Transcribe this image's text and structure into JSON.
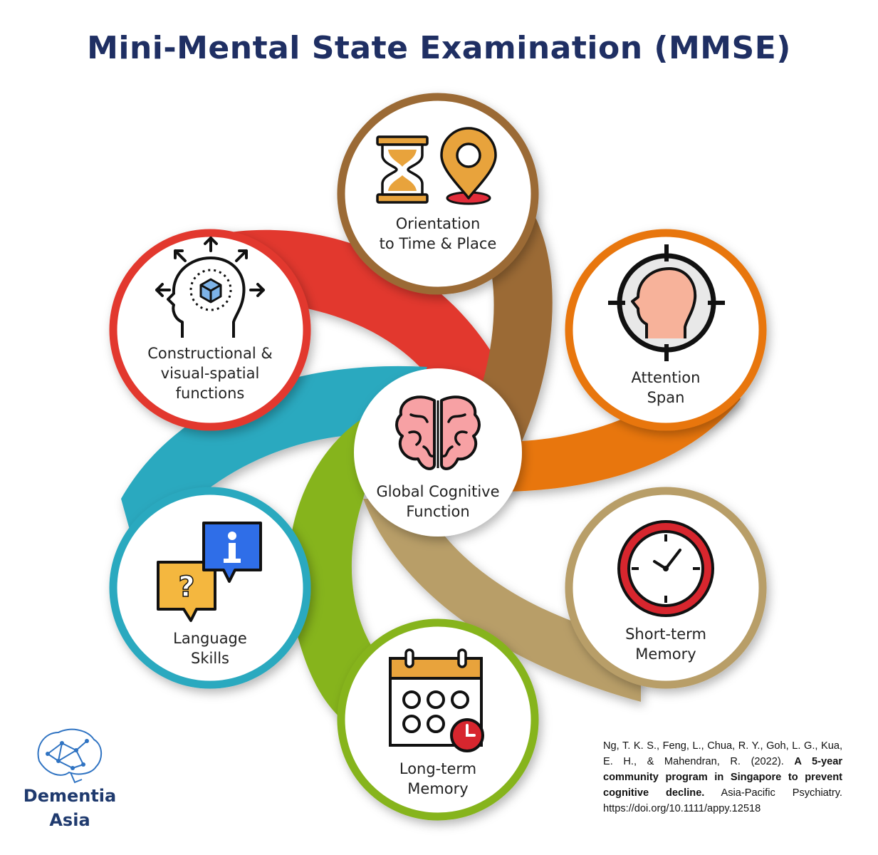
{
  "title": "Mini-Mental State Examination (MMSE)",
  "colors": {
    "title": "#1f2f63",
    "brand": "#1f3a6e",
    "orientation": "#9b6a35",
    "attention": "#e8760e",
    "short_term": "#b89e68",
    "long_term": "#86b41f",
    "language": "#2ba9bf",
    "constructional": "#e2382e"
  },
  "center": {
    "label_lines": [
      "Global Cognitive",
      "Function"
    ],
    "icon": "brain-icon"
  },
  "domains": [
    {
      "id": "orientation",
      "label_lines": [
        "Orientation",
        "to Time & Place"
      ],
      "icons": [
        "hourglass-icon",
        "location-pin-icon"
      ]
    },
    {
      "id": "attention",
      "label_lines": [
        "Attention",
        "Span"
      ],
      "icons": [
        "head-target-icon"
      ]
    },
    {
      "id": "short_term",
      "label_lines": [
        "Short-term",
        "Memory"
      ],
      "icons": [
        "clock-icon"
      ]
    },
    {
      "id": "long_term",
      "label_lines": [
        "Long-term",
        "Memory"
      ],
      "icons": [
        "calendar-icon"
      ]
    },
    {
      "id": "language",
      "label_lines": [
        "Language",
        "Skills"
      ],
      "icons": [
        "question-bubble-icon",
        "info-bubble-icon"
      ]
    },
    {
      "id": "constructional",
      "label_lines": [
        "Constructional &",
        "visual-spatial",
        "functions"
      ],
      "icons": [
        "head-cube-arrows-icon"
      ]
    }
  ],
  "citation": {
    "authors": "Ng, T. K. S., Feng, L., Chua, R. Y., Goh, L. G., Kua, E. H., & Mahendran, R. (2022).",
    "article_title": "A 5-year community program in Singapore to prevent cognitive decline.",
    "journal": "Asia-Pacific Psychiatry.",
    "doi": "https://doi.org/10.1111/appy.12518"
  },
  "brand": {
    "line1": "Dementia",
    "line2": "Asia",
    "icon": "brain-network-logo-icon"
  }
}
